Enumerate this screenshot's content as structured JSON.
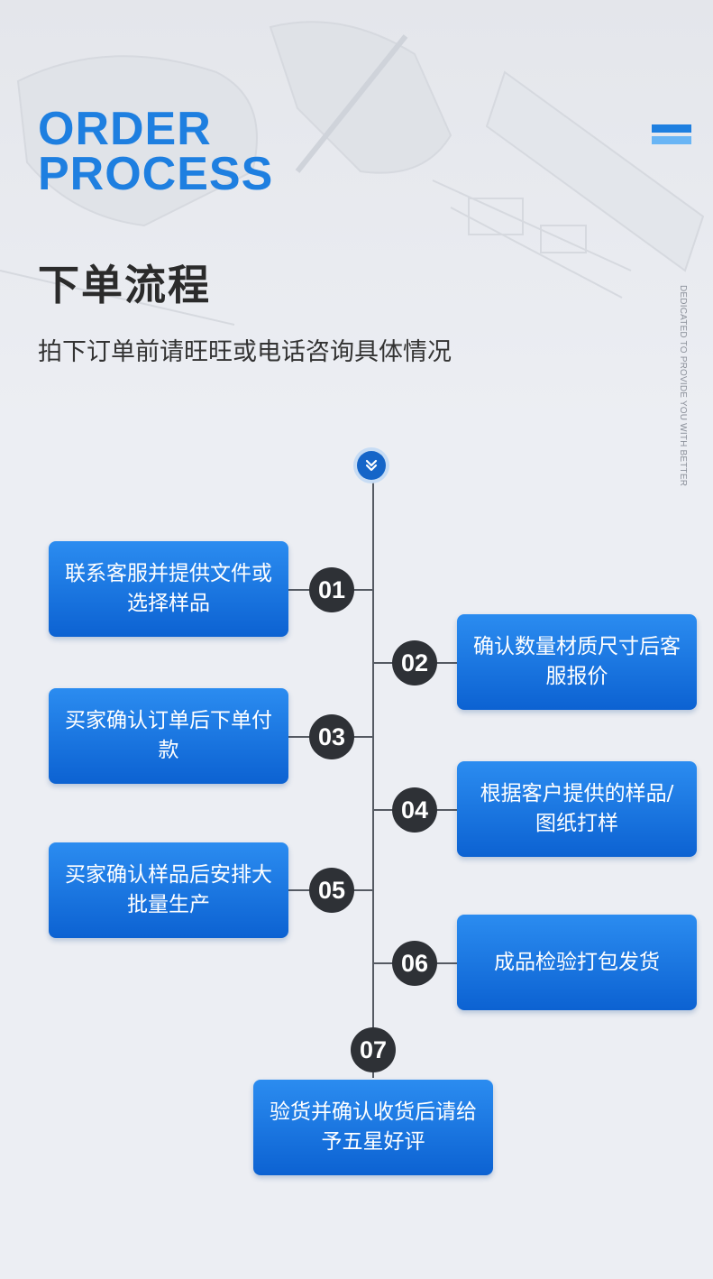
{
  "header": {
    "title_en_line1": "ORDER",
    "title_en_line2": "PROCESS",
    "title_cn": "下单流程",
    "subtitle": "拍下订单前请旺旺或电话咨询具体情况",
    "vertical_tag": "DEDICATED TO PROVIDE YOU WITH BETTER"
  },
  "timeline": {
    "start_icon": "double-chevron-down-icon",
    "steps": [
      {
        "number": "01",
        "text": "联系客服并提供文件或选择样品",
        "side": "left"
      },
      {
        "number": "02",
        "text": "确认数量材质尺寸后客服报价",
        "side": "right"
      },
      {
        "number": "03",
        "text": "买家确认订单后下单付款",
        "side": "left"
      },
      {
        "number": "04",
        "text": "根据客户提供的样品/图纸打样",
        "side": "right"
      },
      {
        "number": "05",
        "text": "买家确认样品后安排大批量生产",
        "side": "left"
      },
      {
        "number": "06",
        "text": "成品检验打包发货",
        "side": "right"
      },
      {
        "number": "07",
        "text": "验货并确认收货后请给予五星好评",
        "side": "center"
      }
    ]
  },
  "colors": {
    "accent_blue": "#1e7fe0",
    "box_gradient_top": "#2b8cf0",
    "box_gradient_bottom": "#0c62d2",
    "number_circle": "#2e3136",
    "background": "#eceef3"
  }
}
